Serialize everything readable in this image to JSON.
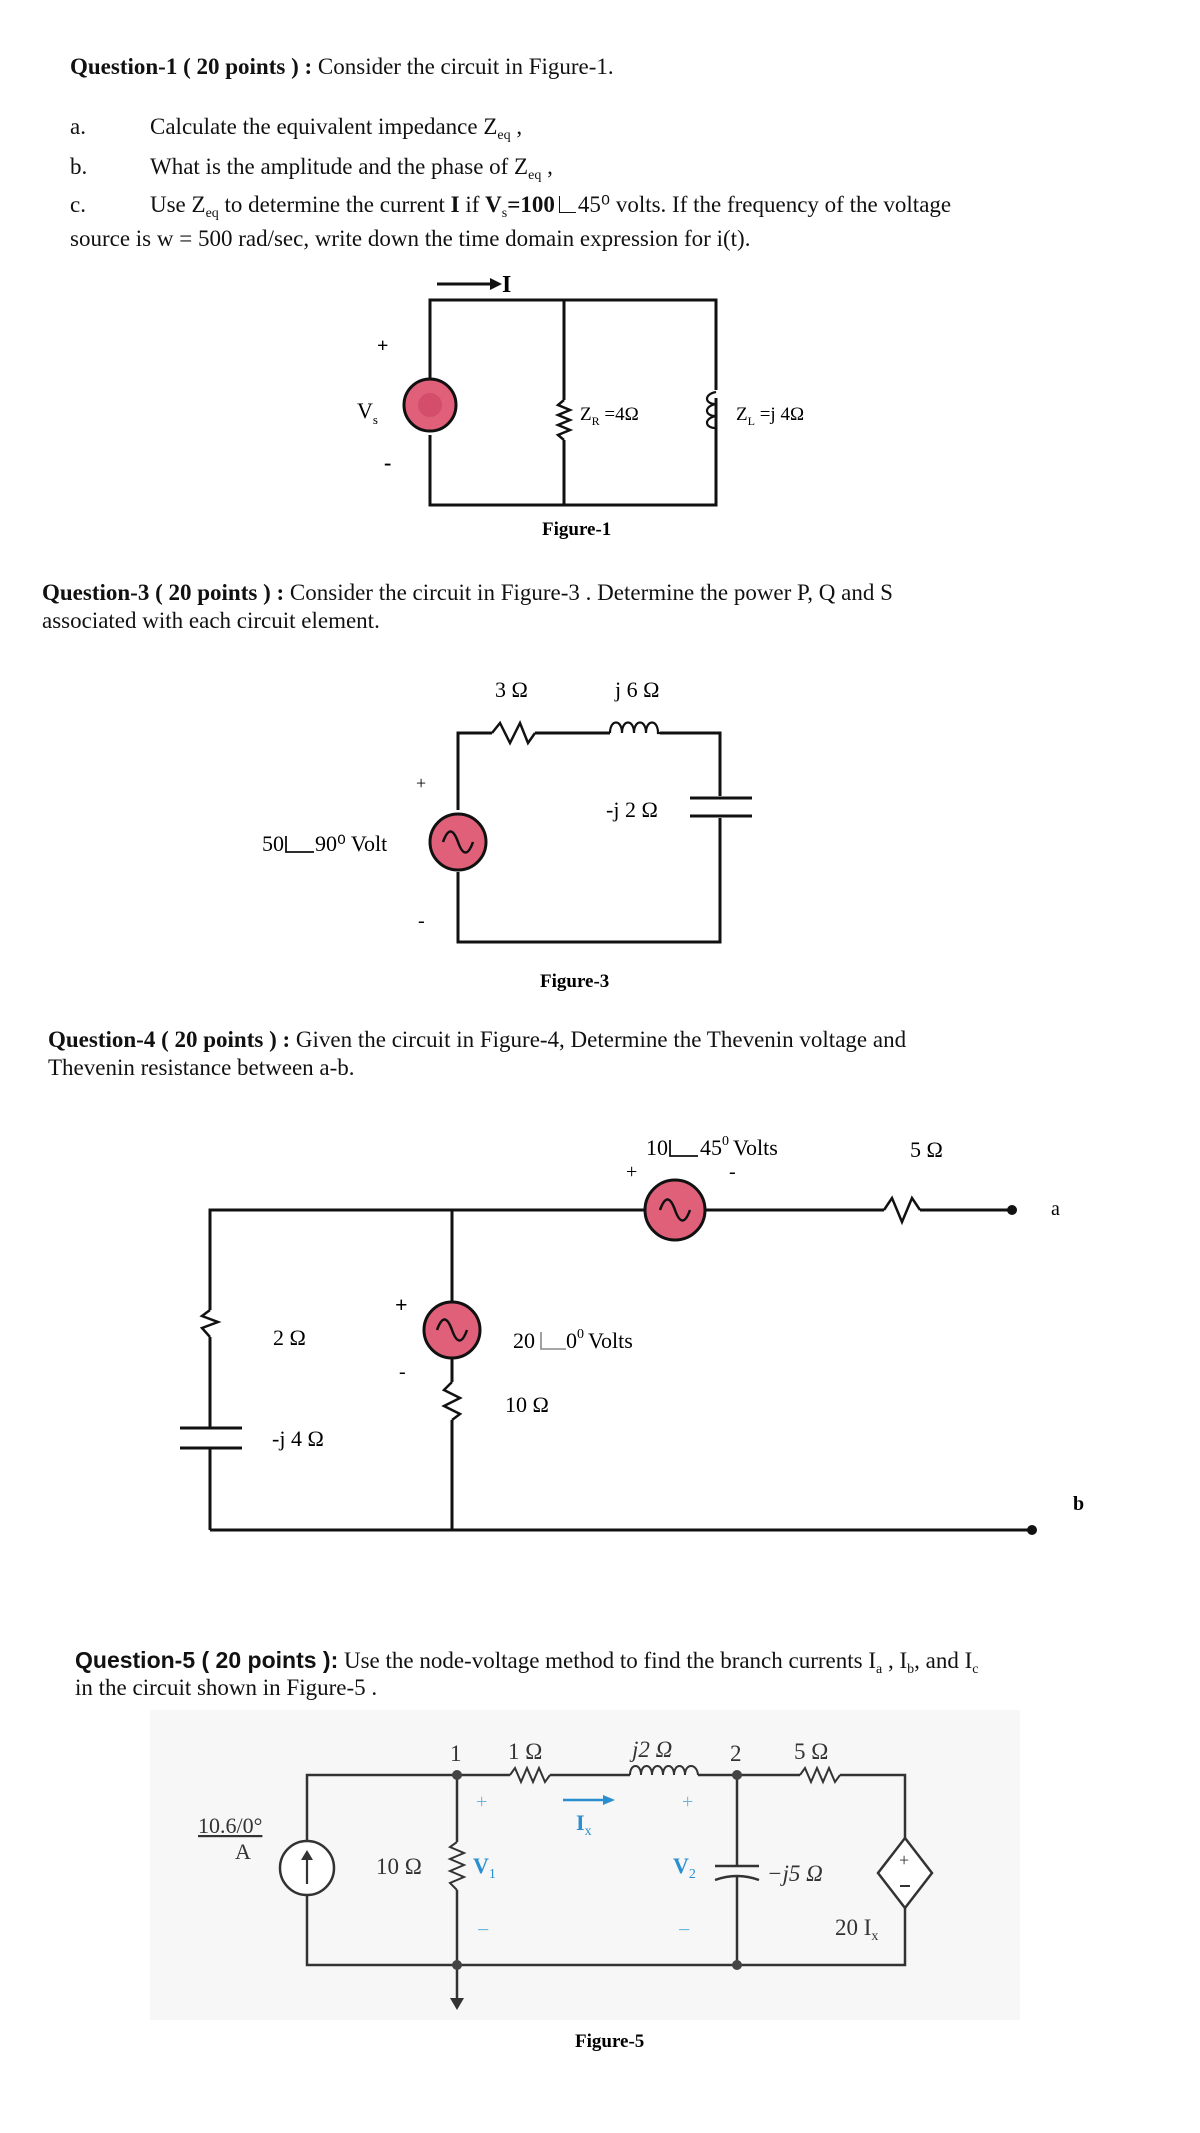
{
  "q1": {
    "heading": "Question-1 ( 20 points ) :",
    "intro": "Consider the circuit in Figure-1.",
    "a_marker": "a.",
    "a_text": "Calculate the equivalent impedance Z",
    "b_marker": "b.",
    "b_text": "What is the amplitude and the phase of  Z",
    "c_marker": "c.",
    "c_text_1": "Use  Z",
    "c_text_2": " to determine the current ",
    "c_bold_I": "I",
    "c_text_3": " if ",
    "c_vs": "V",
    "c_vs_value": "=100",
    "c_angle": "45⁰",
    "c_text_4": " volts. If the frequency of the voltage",
    "c_line2": "source is  w = 500 rad/sec, write down the time domain expression for i(t).",
    "eq_sub": "eq",
    "comma": " ,",
    "figure": {
      "current_label": "I",
      "plus": "+",
      "minus": "-",
      "vs": "V",
      "vs_sub": "s",
      "zr": "Z",
      "zr_sub": "R",
      "zr_val": " =4Ω",
      "zl": "Z",
      "zl_sub": "L",
      "zl_val": " =j 4Ω",
      "caption": "Figure-1"
    }
  },
  "q3": {
    "heading": "Question-3 ( 20 points ) :",
    "text_1": "Consider the circuit in Figure-3 . Determine the power P, Q and S",
    "text_2": "associated with each circuit element.",
    "figure": {
      "r": "3 Ω",
      "l": "j 6 Ω",
      "c": "-j 2 Ω",
      "source": "50",
      "source_angle": "90⁰ Volt",
      "plus": "+",
      "minus": "-",
      "caption": "Figure-3"
    }
  },
  "q4": {
    "heading": "Question-4 ( 20 points ) :",
    "text_1": "Given the circuit in Figure-4,  Determine the Thevenin voltage and",
    "text_2": "Thevenin resistance between a-b.",
    "figure": {
      "src1_mag": "10",
      "src1_angle": "45",
      "src1_sup": "0",
      "src1_unit": "Volts",
      "r5": "5 Ω",
      "node_a": "a",
      "node_b": "b",
      "r2": "2 Ω",
      "cap": "-j 4 Ω",
      "src2_mag": "20",
      "src2_angle": "0",
      "src2_sup": "0",
      "src2_unit": "Volts",
      "r10": "10 Ω",
      "plus": "+",
      "minus": "-"
    }
  },
  "q5": {
    "heading": "Question-5 ( 20 points ):",
    "text_1": "Use the node-voltage method to find the branch currents I",
    "text_sub_a": "a",
    "text_sep": " , I",
    "text_sub_b": "b",
    "text_and": ", and I",
    "text_sub_c": "c",
    "text_2": "in the circuit shown in Figure-5 .",
    "figure": {
      "node1": "1",
      "node2": "2",
      "r1": "1 Ω",
      "l2": "j2 Ω",
      "r5": "5 Ω",
      "isrc_val": "10.6/0°",
      "isrc_unit": "A",
      "r10": "10 Ω",
      "v1": "V",
      "v1_sub": "1",
      "v2": "V",
      "v2_sub": "2",
      "ix": "I",
      "ix_sub": "x",
      "cap": "−j5 Ω",
      "dep": "20 I",
      "dep_sub": "x",
      "plus": "+",
      "minus": "−",
      "caption": "Figure-5"
    }
  },
  "colors": {
    "source_fill": "#e0607a",
    "current_arrow": "#2a8fd0",
    "wire": "#111111",
    "fig5_wire": "#333333"
  }
}
